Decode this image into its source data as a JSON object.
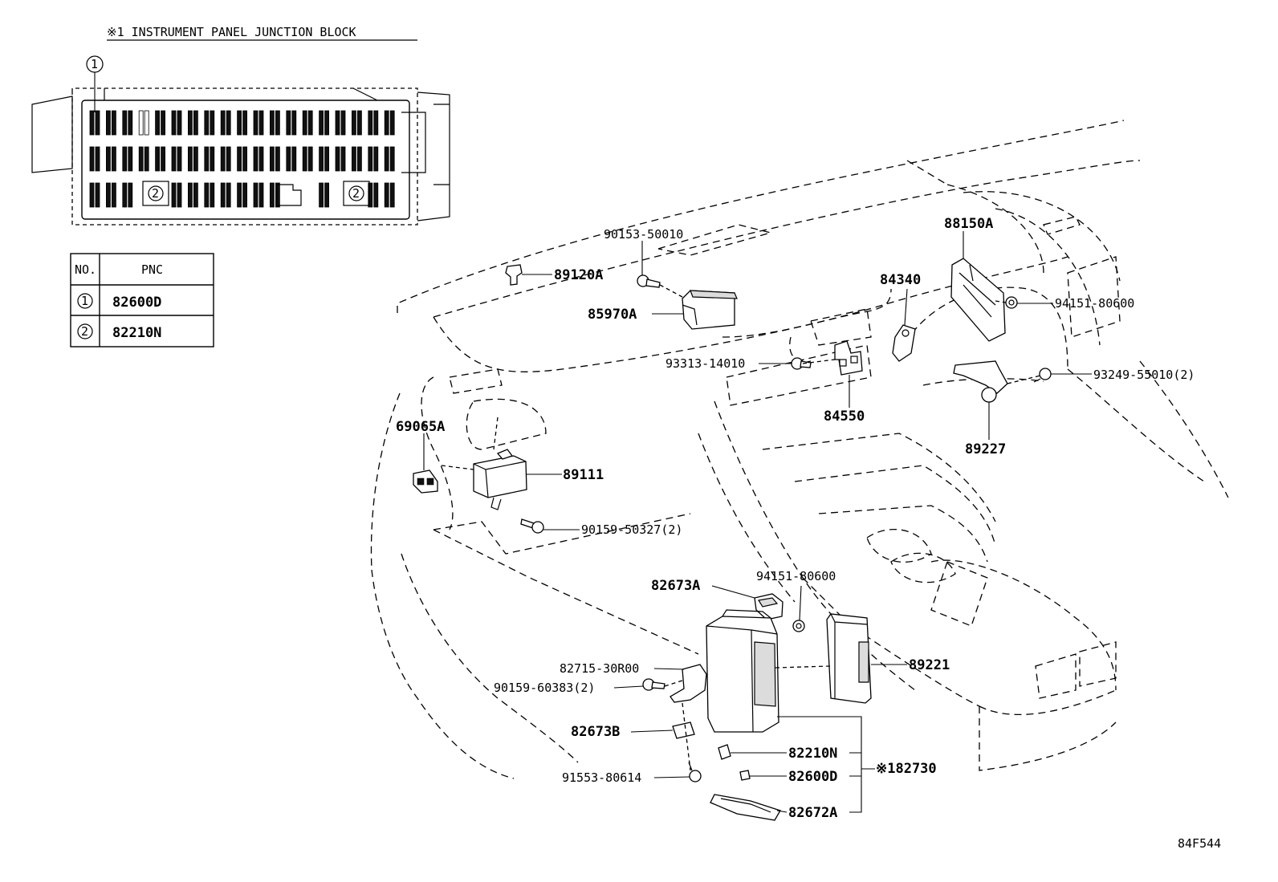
{
  "title": "※1 INSTRUMENT PANEL JUNCTION BLOCK",
  "figure_id": "84F544",
  "table": {
    "headers": {
      "no": "NO.",
      "pnc": "PNC"
    },
    "rows": [
      {
        "no": "1",
        "pnc": "82600D"
      },
      {
        "no": "2",
        "pnc": "82210N"
      }
    ]
  },
  "junction_block": {
    "marker_top": "1",
    "marker_left": "2",
    "marker_right": "2"
  },
  "labels": {
    "p90153_50010": "90153-50010",
    "p89120A": "89120A",
    "p85970A": "85970A",
    "p88150A": "88150A",
    "p84340": "84340",
    "p94151_80600_top": "94151-80600",
    "p93313_14010": "93313-14010",
    "p93249_55010": "93249-55010(2)",
    "p84550": "84550",
    "p89227": "89227",
    "p69065A": "69065A",
    "p89111": "89111",
    "p90159_50327": "90159-50327(2)",
    "p94151_80600_mid": "94151-80600",
    "p82673A": "82673A",
    "p82715_30R00": "82715-30R00",
    "p89221": "89221",
    "p90159_60383": "90159-60383(2)",
    "p82673B": "82673B",
    "p82210N": "82210N",
    "p82730": "※182730",
    "p91553_80614": "91553-80614",
    "p82600D": "82600D",
    "p82672A": "82672A"
  }
}
